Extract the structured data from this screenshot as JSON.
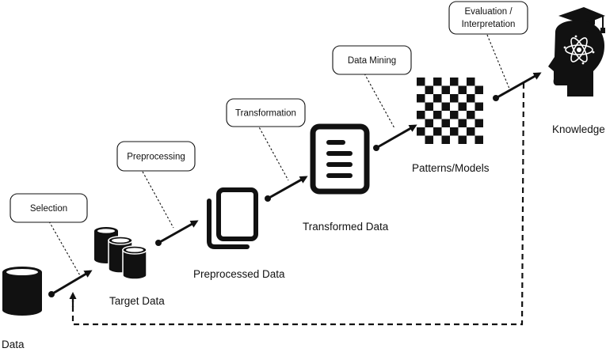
{
  "steps": [
    {
      "id": "selection",
      "label": "Selection"
    },
    {
      "id": "preprocessing",
      "label": "Preprocessing"
    },
    {
      "id": "transformation",
      "label": "Transformation"
    },
    {
      "id": "data-mining",
      "label": "Data Mining"
    },
    {
      "id": "evaluation",
      "label_line1": "Evaluation /",
      "label_line2": "Interpretation"
    }
  ],
  "stages": {
    "data": "Data",
    "target_data": "Target Data",
    "preprocessed_data": "Preprocessed Data",
    "transformed_data": "Transformed Data",
    "patterns_models": "Patterns/Models",
    "knowledge": "Knowledge"
  },
  "icons": {
    "data": "database-icon",
    "target_data": "database-stack-icon",
    "preprocessed_data": "document-stack-icon",
    "transformed_data": "document-lines-icon",
    "patterns_models": "checkerboard-pattern-icon",
    "knowledge": "graduate-head-icon"
  },
  "colors": {
    "ink": "#111111",
    "background": "#ffffff"
  }
}
